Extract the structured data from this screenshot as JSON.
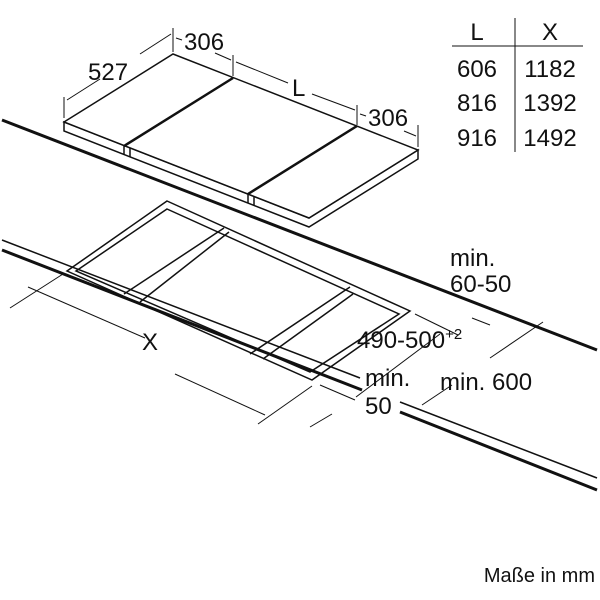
{
  "hob": {
    "depth_label": "527",
    "left_width_label": "306",
    "middle_width_label": "L",
    "right_width_label": "306"
  },
  "table": {
    "headers": [
      "L",
      "X"
    ],
    "rows": [
      [
        "606",
        "1182"
      ],
      [
        "816",
        "1392"
      ],
      [
        "916",
        "1492"
      ]
    ]
  },
  "cutout": {
    "length_label": "X",
    "depth_label": "490-500",
    "depth_tolerance": "+2",
    "front_gap_line1": "min.",
    "front_gap_line2": "50",
    "back_gap_line1": "min.",
    "back_gap_line2": "60-50",
    "counter_depth_label": "min. 600"
  },
  "footer": "Maße in mm"
}
